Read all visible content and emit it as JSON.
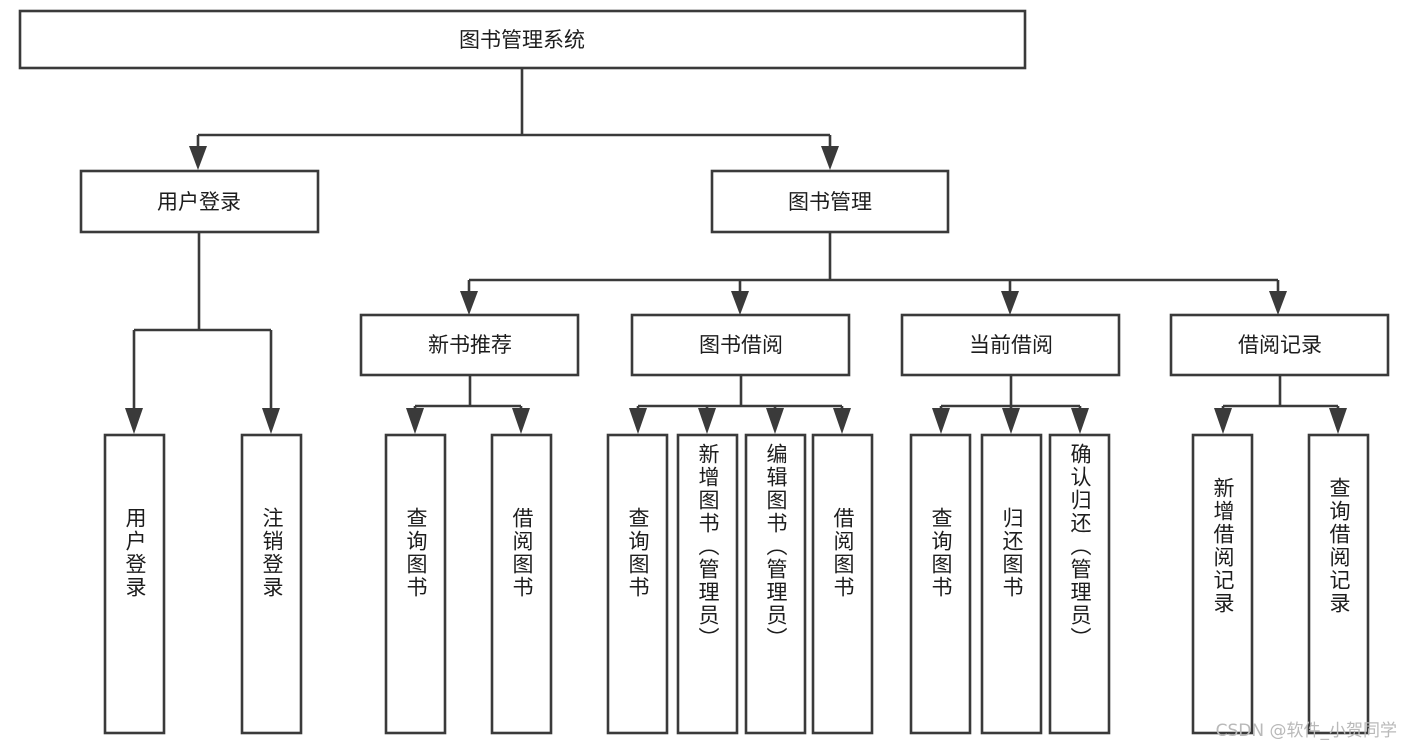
{
  "diagram": {
    "title": "图书管理系统",
    "type": "tree-hierarchy-diagram",
    "colors": {
      "stroke": "#3a3a3a",
      "fill": "#ffffff",
      "text": "#1d1d1d",
      "watermark": "#b9b9b9"
    },
    "root": {
      "label": "图书管理系统"
    },
    "level2": [
      {
        "label": "用户登录"
      },
      {
        "label": "图书管理"
      }
    ],
    "level3": [
      {
        "label": "新书推荐"
      },
      {
        "label": "图书借阅"
      },
      {
        "label": "当前借阅"
      },
      {
        "label": "借阅记录"
      }
    ],
    "leaves": {
      "user_login": [
        {
          "label": "用户登录"
        },
        {
          "label": "注销登录"
        }
      ],
      "new_book_recommend": [
        {
          "label": "查询图书"
        },
        {
          "label": "借阅图书"
        }
      ],
      "book_borrow": [
        {
          "label": "查询图书"
        },
        {
          "label": "新增图书（管理员）"
        },
        {
          "label": "编辑图书（管理员）"
        },
        {
          "label": "借阅图书"
        }
      ],
      "current_borrow": [
        {
          "label": "查询图书"
        },
        {
          "label": "归还图书"
        },
        {
          "label": "确认归还（管理员）"
        }
      ],
      "borrow_record": [
        {
          "label": "新增借阅记录"
        },
        {
          "label": "查询借阅记录"
        }
      ]
    }
  },
  "watermark": {
    "text": "CSDN @软件_小贺同学"
  }
}
